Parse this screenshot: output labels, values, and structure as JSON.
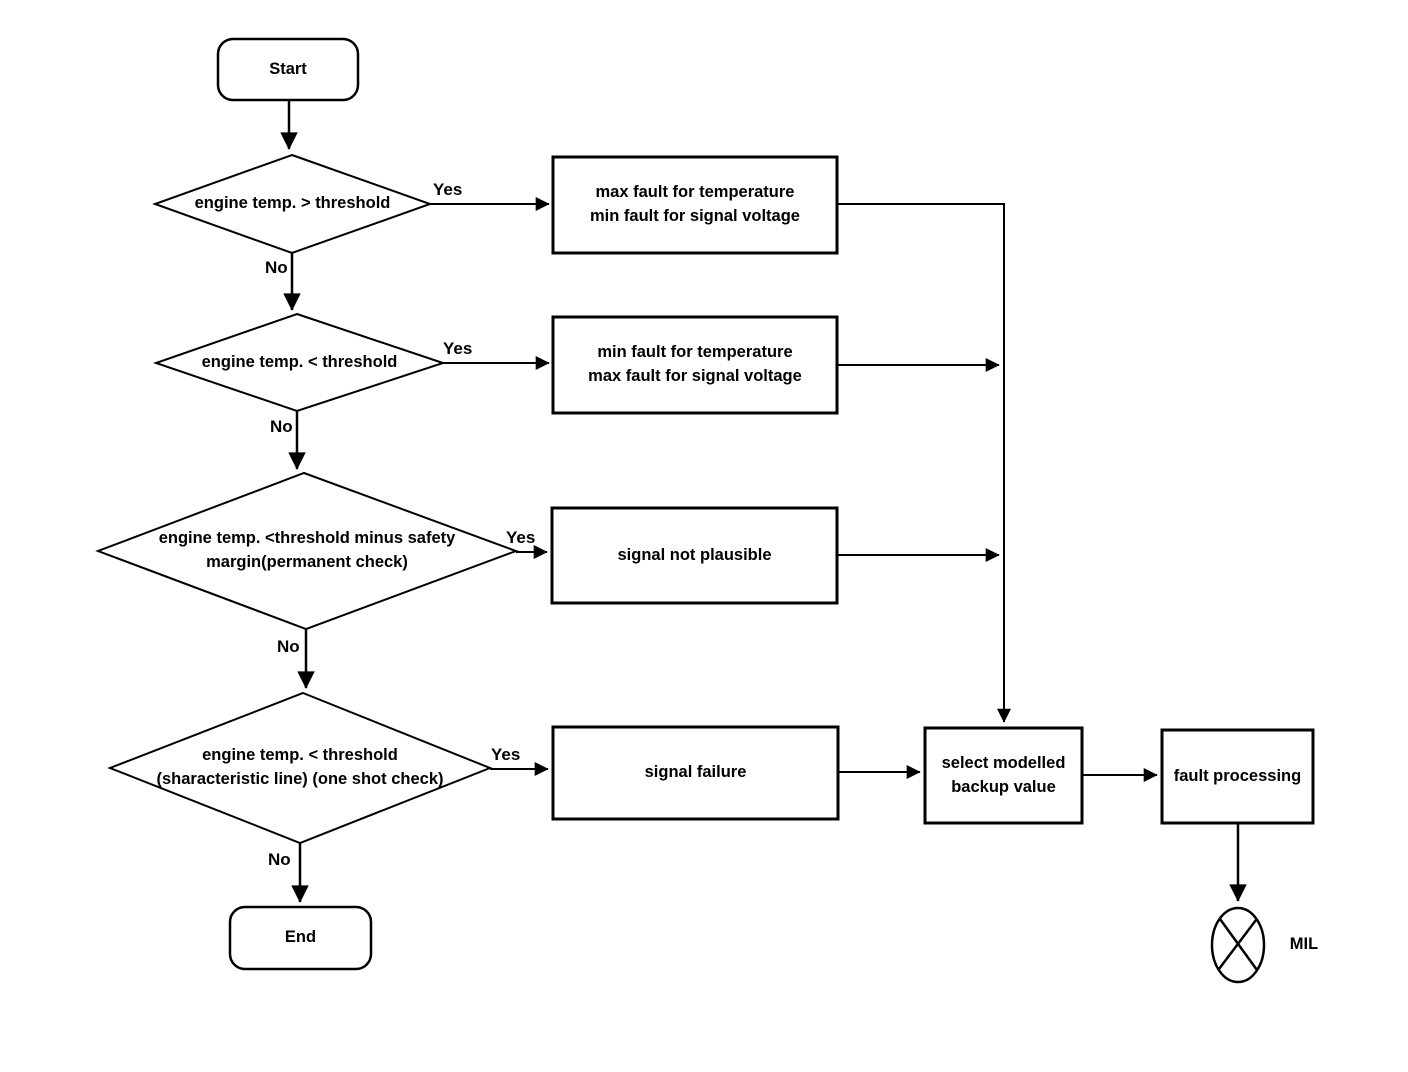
{
  "diagram": {
    "kind": "flowchart",
    "nodes": {
      "start": "Start",
      "decision1": "engine temp. > threshold",
      "process1": "max fault for temperature\nmin fault for signal voltage",
      "decision2": "engine temp. < threshold",
      "process2": "min fault for temperature\nmax fault for signal voltage",
      "decision3": "engine temp.  <threshold minus safety\nmargin(permanent check)",
      "process3": "signal not plausible",
      "decision4": "engine temp. < threshold\n(sharacteristic line) (one shot check)",
      "process4": "signal failure",
      "select_backup": "select modelled\nbackup value",
      "fault_processing": "fault processing",
      "mil": "MIL",
      "end": "End"
    },
    "edge_labels": {
      "yes1": "Yes",
      "no1": "No",
      "yes2": "Yes",
      "no2": "No",
      "yes3": "Yes",
      "no3": "No",
      "yes4": "Yes",
      "no4": "No"
    },
    "colors": {
      "stroke": "#000000",
      "background": "#ffffff"
    }
  }
}
